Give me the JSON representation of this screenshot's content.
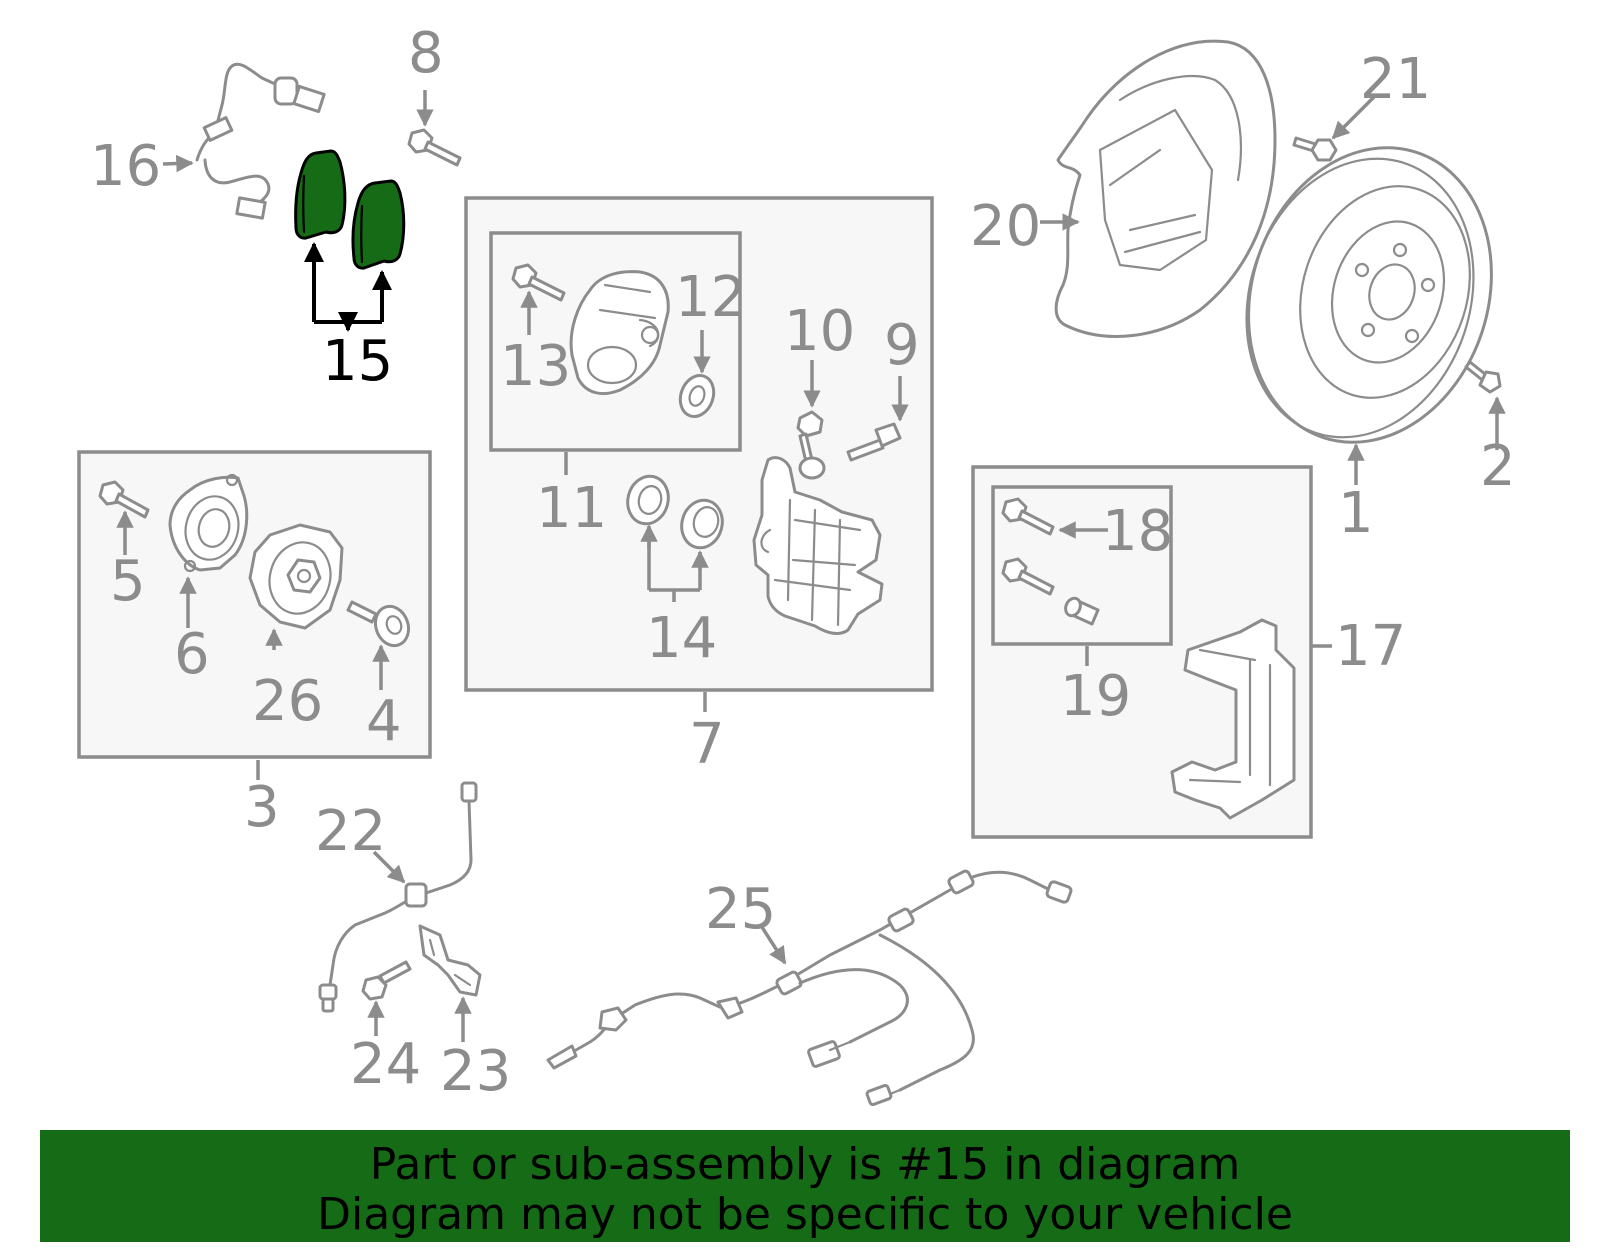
{
  "colors": {
    "highlight": "#156b16",
    "part_line": "#8c8c8c",
    "label": "#8c8c8c",
    "highlight_label": "#000000"
  },
  "callouts": {
    "c1": "1",
    "c2": "2",
    "c3": "3",
    "c4": "4",
    "c5": "5",
    "c6": "6",
    "c7": "7",
    "c8": "8",
    "c9": "9",
    "c10": "10",
    "c11": "11",
    "c12": "12",
    "c13": "13",
    "c14": "14",
    "c15": "15",
    "c16": "16",
    "c17": "17",
    "c18": "18",
    "c19": "19",
    "c20": "20",
    "c21": "21",
    "c22": "22",
    "c23": "23",
    "c24": "24",
    "c25": "25",
    "c26": "26"
  },
  "highlighted_part": "15",
  "banner": {
    "line1": "Part or sub-assembly is #15 in diagram",
    "line2": "Diagram may not be specific to your vehicle"
  }
}
